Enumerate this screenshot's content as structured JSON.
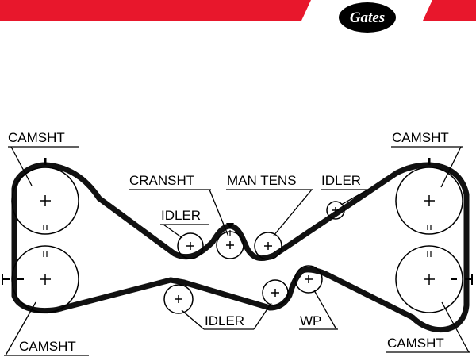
{
  "header": {
    "accent_color": "#e8172c",
    "logo_text": "Gates"
  },
  "labels": {
    "camshaft_top_left": "CAMSHT",
    "camshaft_top_right": "CAMSHT",
    "camshaft_bottom_left": "CAMSHT",
    "camshaft_bottom_right": "CAMSHT",
    "crankshaft": "CRANSHT",
    "man_tens": "MAN TENS",
    "idler_upper_right": "IDLER",
    "idler_upper_left": "IDLER",
    "idler_lower": "IDLER",
    "water_pump": "WP"
  },
  "colors": {
    "belt": "#111111",
    "line": "#000000",
    "background": "#ffffff"
  }
}
